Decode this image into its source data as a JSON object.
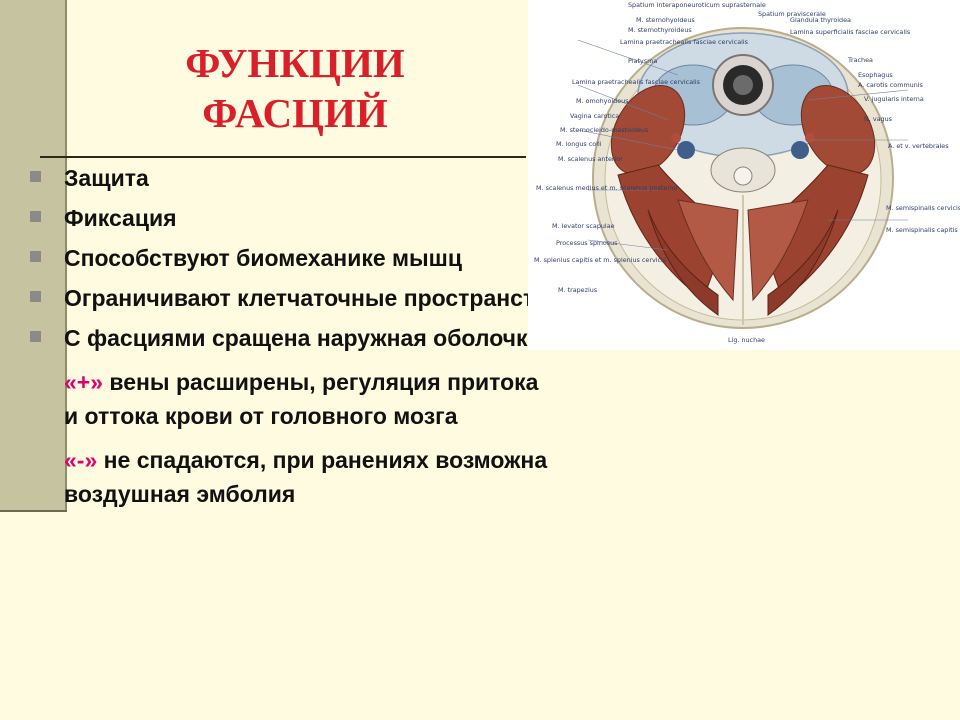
{
  "slide": {
    "title_line1": "ФУНКЦИИ",
    "title_line2": "ФАСЦИЙ",
    "bullets": [
      "Защита",
      "Фиксация",
      "Способствуют биомеханике мышц",
      "Ограничивают клетчаточные пространства",
      "С фасциями сращена наружная оболочка вен:"
    ],
    "notes": [
      {
        "marker": "«+»",
        "text": " вены расширены, регуляция притока и оттока крови от головного мозга"
      },
      {
        "marker": "«-»",
        "text": " не спадаются, при ранениях возможна воздушная эмболия"
      }
    ],
    "accent_color": "#e0006c",
    "title_color": "#d81f2a"
  },
  "figure": {
    "labels_top": [
      "Spatium interaponeuroticum suprasternale",
      "Spatium praviscerale"
    ],
    "labels_left": [
      "M. sternohyoideus",
      "M. sternothyroideus",
      "Lamina praetrachealis fasciae cervicalis",
      "Platysma",
      "Lamina praetrachealis fasciae cervicalis",
      "M. omohyoideus",
      "Vagina carotica",
      "M. sternocleido-mastoideus",
      "M. longus colli",
      "M. scalenus anterior",
      "M. scalenus medius et m. scalenus posterior",
      "M. levator scapulae",
      "Processus spinosus",
      "M. splenius capitis et m. splenius cervicis",
      "M. trapezius"
    ],
    "labels_right": [
      "Glandula thyroidea",
      "Lamina superficialis fasciae cervicalis",
      "Trachea",
      "Esophagus",
      "A. carotis communis",
      "V. jugularis interna",
      "N. vagus",
      "A. et v. vertebrales",
      "M. semispinalis cervicis",
      "M. semispinalis capitis"
    ],
    "label_bottom": "Lig. nuchae"
  }
}
